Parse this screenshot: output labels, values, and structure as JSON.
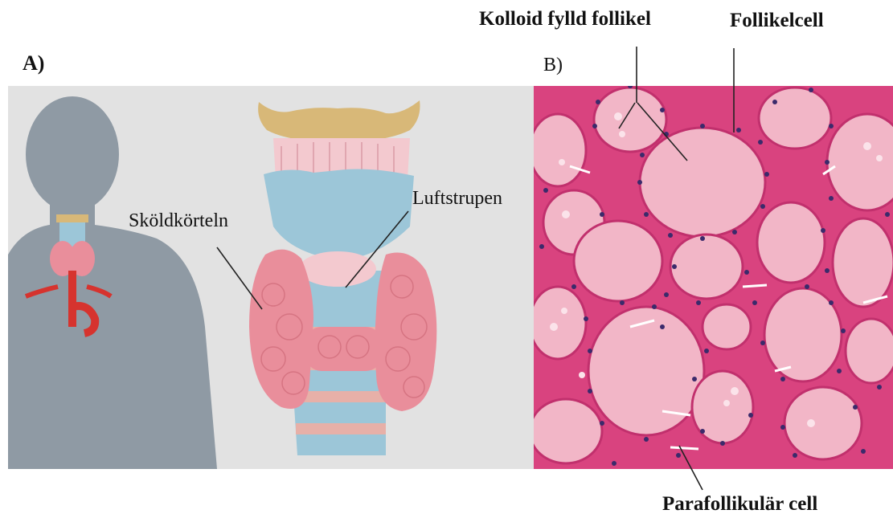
{
  "panels": {
    "a": {
      "letter": "A)"
    },
    "b": {
      "letter": "B)"
    }
  },
  "labels": {
    "thyroid": "Sköldkörteln",
    "trachea": "Luftstrupen",
    "colloid_follicle": "Kolloid fylld follikel",
    "follicle_cell": "Follikelcell",
    "parafollicular_cell": "Parafollikulär cell"
  },
  "colors": {
    "panel_a_background": "#e2e2e2",
    "silhouette": "#8f9aa4",
    "thyroid_pink": "#e98e9b",
    "cartilage_blue": "#9cc6d8",
    "hyoid_gold": "#d8b878",
    "tissue_background": "#d9437f",
    "colloid": "#f2b6c7",
    "nuclei": "#3b2a6b"
  }
}
